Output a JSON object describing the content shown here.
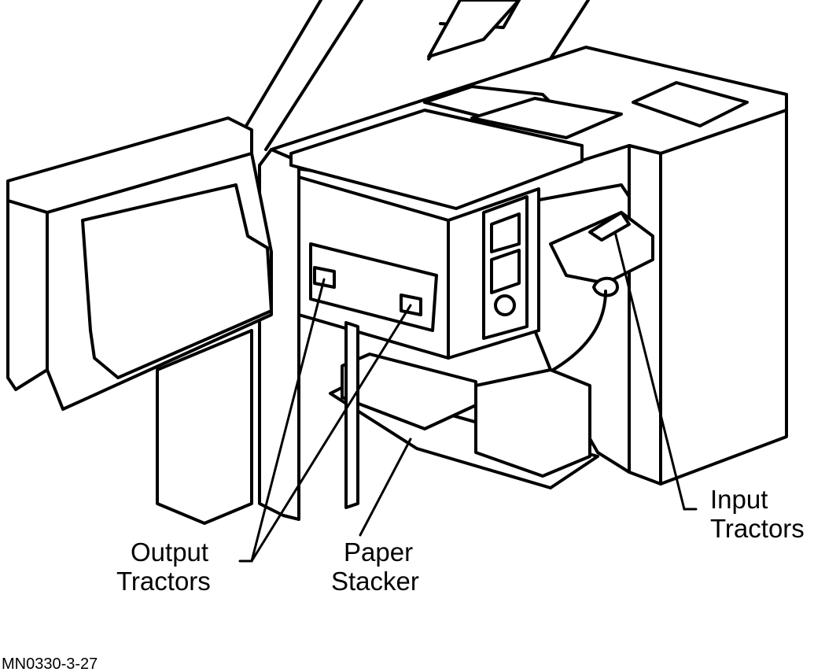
{
  "labels": {
    "output_tractors": [
      "Output",
      "Tractors"
    ],
    "paper_stacker": [
      "Paper",
      "Stacker"
    ],
    "input_tractors": [
      "Input",
      "Tractors"
    ]
  },
  "figure_id": "MN0330-3-27",
  "colors": {
    "line": "#000000",
    "background": "#ffffff"
  }
}
